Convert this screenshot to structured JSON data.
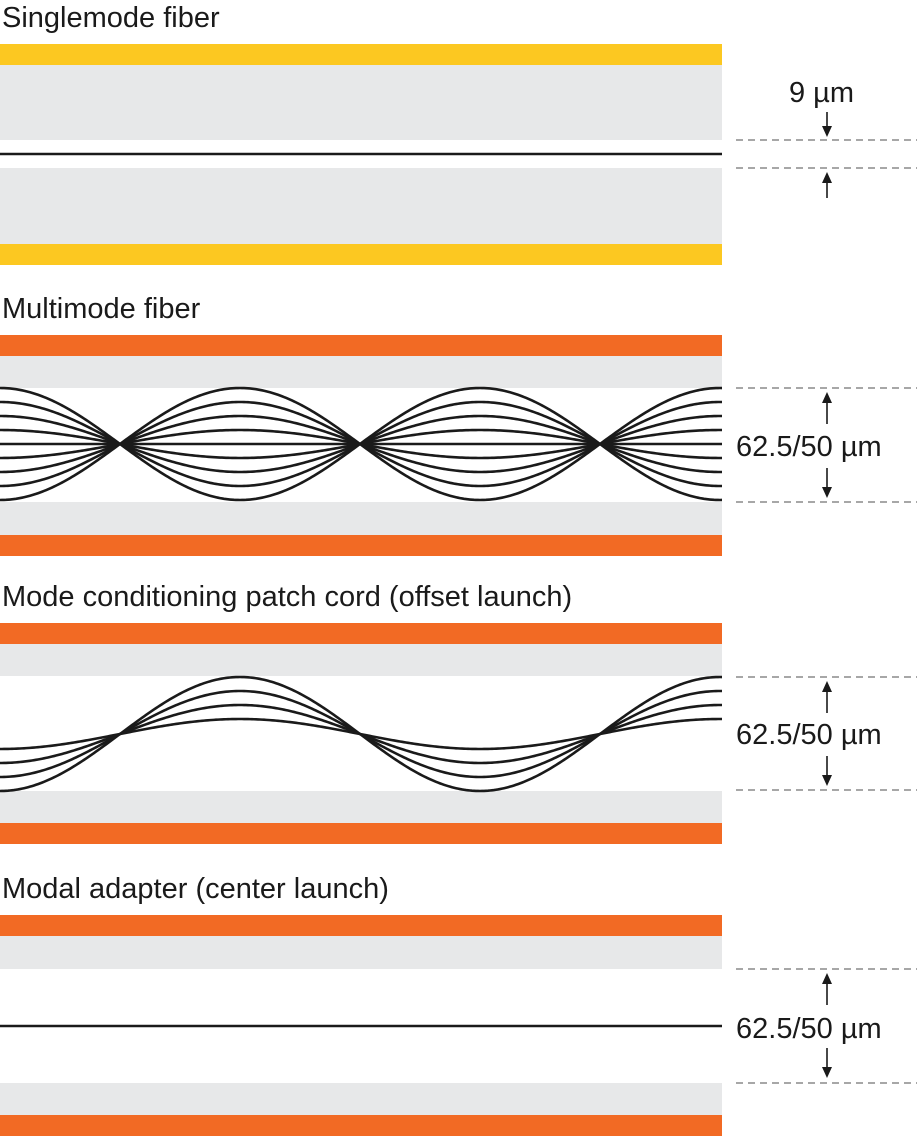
{
  "colors": {
    "singlemode_jacket": "#FCC821",
    "multimode_jacket": "#F26A24",
    "cladding": "#E7E8E9",
    "ray": "#1A1A1A",
    "dashed_guide": "#8A8A8A"
  },
  "sections": [
    {
      "id": "singlemode",
      "title": "Singlemode fiber",
      "dimension": "9 µm",
      "jacket_color": "singlemode_jacket",
      "rays": "single-line"
    },
    {
      "id": "multimode",
      "title": "Multimode fiber",
      "dimension": "62.5/50 µm",
      "jacket_color": "multimode_jacket",
      "rays": "full-aperture"
    },
    {
      "id": "mode-conditioning",
      "title": "Mode conditioning patch cord (offset launch)",
      "dimension": "62.5/50 µm",
      "jacket_color": "multimode_jacket",
      "rays": "offset-launch"
    },
    {
      "id": "modal-adapter",
      "title": "Modal adapter (center launch)",
      "dimension": "62.5/50 µm",
      "jacket_color": "multimode_jacket",
      "rays": "single-line"
    }
  ]
}
